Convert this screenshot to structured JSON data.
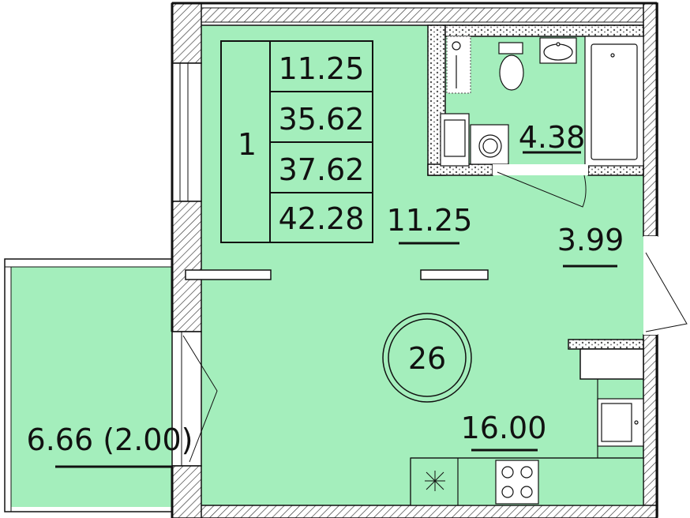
{
  "colors": {
    "floor": "#a4eebc",
    "wall_fill": "#ffffff",
    "wall_line": "#111111",
    "hatch": "#333333",
    "door_white": "#ffffff"
  },
  "apartment": {
    "rooms_count": "1",
    "areas": [
      "11.25",
      "35.62",
      "37.62",
      "42.28"
    ]
  },
  "rooms": {
    "bathroom": "4.38",
    "kitchen_zone": "11.25",
    "hallway": "3.99",
    "living_room": "16.00",
    "balcony": "6.66 (2.00)"
  },
  "marker": {
    "number": "26"
  }
}
